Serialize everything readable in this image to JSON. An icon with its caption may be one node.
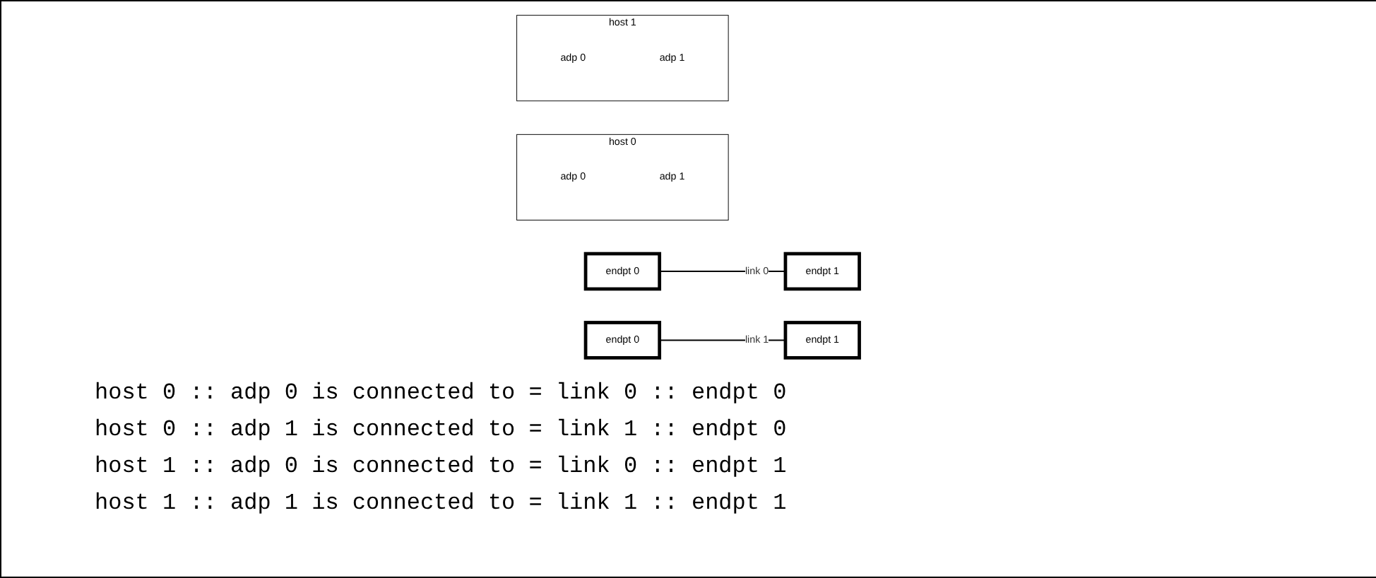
{
  "diagram": {
    "nodes": [
      {
        "text": [
          "host 0"
        ]
      },
      {
        "text": [
          "adp 0"
        ],
        "in": 0
      },
      {
        "text": [
          "adp 1"
        ],
        "in": 0
      },
      {
        "text": [
          "host 1"
        ]
      },
      {
        "text": [
          "adp 0"
        ],
        "in": 3
      },
      {
        "text": [
          "adp 1"
        ],
        "in": 3
      },
      {
        "text": [
          "endpt 0"
        ]
      },
      {
        "text": [
          "endpt 1"
        ]
      },
      {
        "text": [
          "endpt 0"
        ]
      },
      {
        "text": [
          "endpt 1"
        ]
      }
    ],
    "edges": [
      {
        "from": 6,
        "to": 7,
        "arrow": "none",
        "label": "link 0"
      },
      {
        "from": 8,
        "to": 9,
        "arrow": "none",
        "label": "link 1"
      }
    ],
    "labels": [
      "host 0 :: adp 0 is connected to = link 0 :: endpt 0",
      "host 0 :: adp 1 is connected to = link 1 :: endpt 0",
      "host 1 :: adp 0 is connected to = link 0 :: endpt 1",
      "host 1 :: adp 1 is connected to = link 1 :: endpt 1"
    ]
  }
}
